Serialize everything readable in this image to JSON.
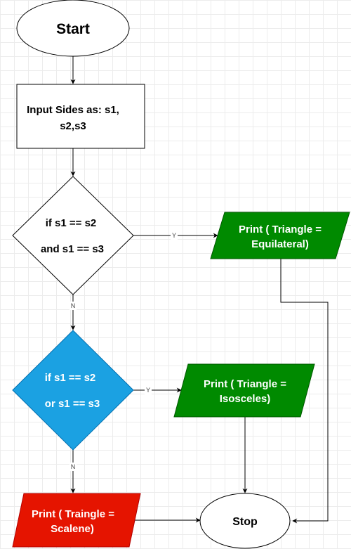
{
  "nodes": {
    "start": {
      "text": "Start"
    },
    "input": {
      "line1": "Input Sides as: s1,",
      "line2": "s2,s3"
    },
    "decision1": {
      "line1": "if s1 == s2",
      "line2": "and s1 == s3"
    },
    "equilateral": {
      "line1": "Print ( Triangle =",
      "line2": "Equilateral)"
    },
    "decision2": {
      "line1": "if s1 == s2",
      "line2": "or s1 == s3"
    },
    "isosceles": {
      "line1": "Print ( Triangle =",
      "line2": "Isosceles)"
    },
    "scalene": {
      "line1": "Print ( Traingle =",
      "line2": "Scalene)"
    },
    "stop": {
      "text": "Stop"
    }
  },
  "edges": {
    "d1_yes": "Y",
    "d1_no": "N",
    "d2_yes": "Y",
    "d2_no": "N"
  },
  "colors": {
    "green": "#008a00",
    "blue": "#1ba1e2",
    "red": "#e51400"
  }
}
